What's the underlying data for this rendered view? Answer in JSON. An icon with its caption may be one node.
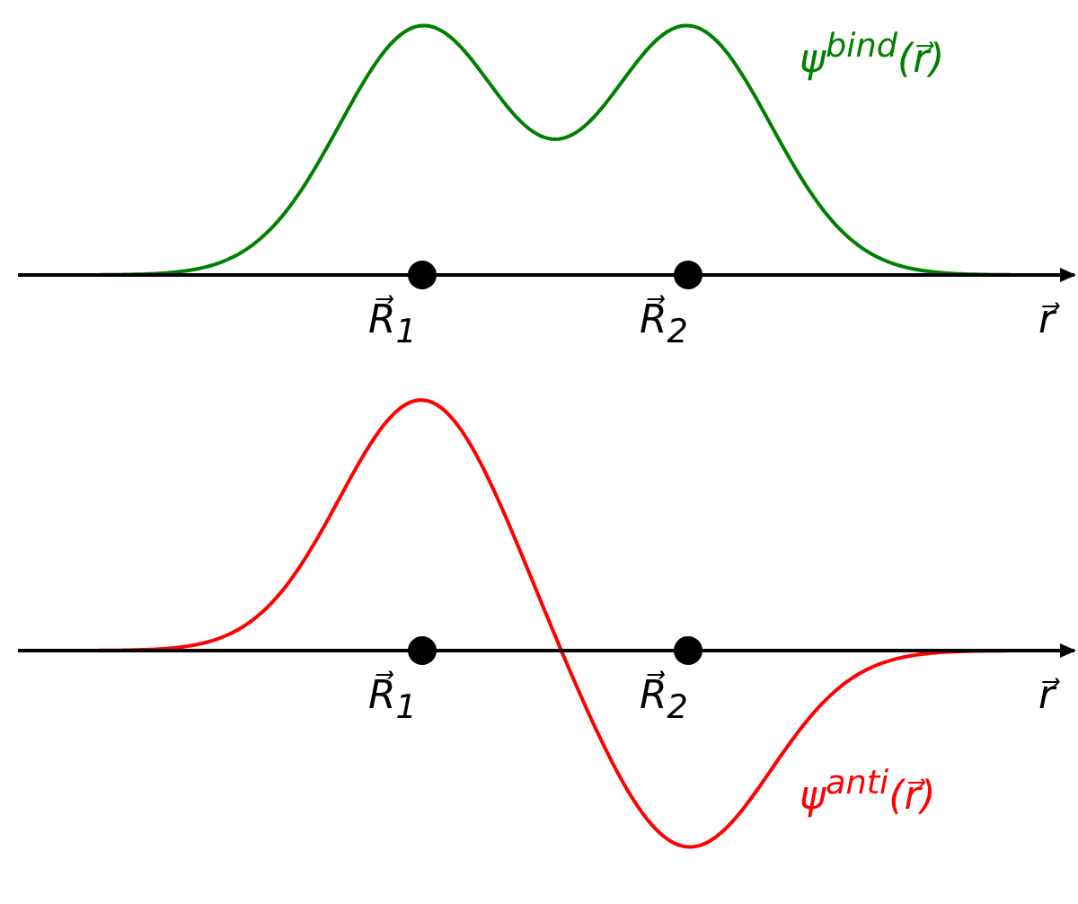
{
  "diagram": {
    "labels": [
      "ψ$^{bind}$(r⃗)",
      "R⃗$_{1}$",
      "R⃗$_{2}$",
      "r⃗",
      "R⃗$_{1}$",
      "R⃗$_{2}$",
      "r⃗",
      "ψ$^{anti}$(r⃗)"
    ]
  }
}
